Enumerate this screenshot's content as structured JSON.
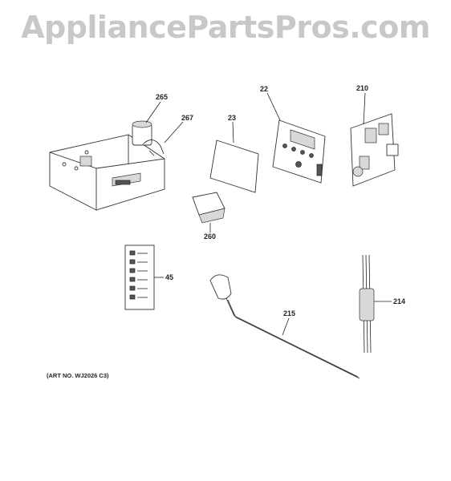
{
  "watermark": "AppliancePartsPros.com",
  "art_number": "(ART NO. WJ2026 C3)",
  "callouts": {
    "c265": "265",
    "c267": "267",
    "c23": "23",
    "c22": "22",
    "c210": "210",
    "c260": "260",
    "c45": "45",
    "c215": "215",
    "c214": "214"
  }
}
